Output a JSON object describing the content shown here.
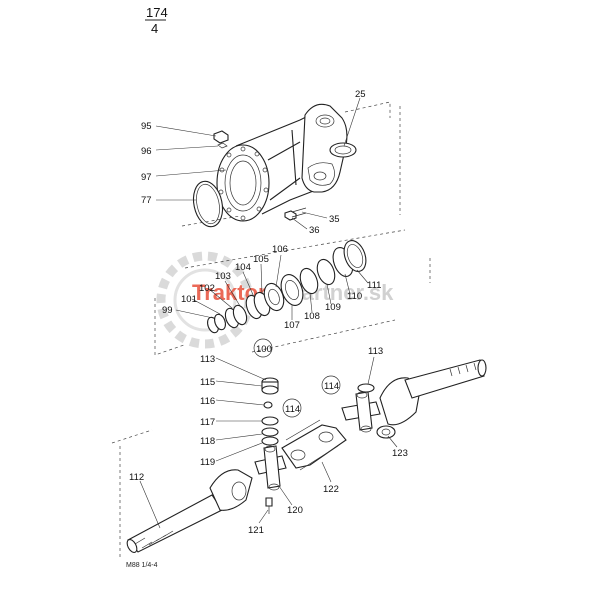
{
  "page": {
    "number_top": "174",
    "number_bottom": "4",
    "code": "M88 1/4-4"
  },
  "watermark": {
    "brand_a": "Traktor",
    "brand_b": "Partner.sk",
    "color_a": "#e8503a",
    "color_b": "#c9c9c9"
  },
  "labels": {
    "p25": "25",
    "p95": "95",
    "p96": "96",
    "p97": "97",
    "p77": "77",
    "p35": "35",
    "p36": "36",
    "p106": "106",
    "p105": "105",
    "p104": "104",
    "p103": "103",
    "p102": "102",
    "p101": "101",
    "p99": "99",
    "p111": "111",
    "p110": "110",
    "p109": "109",
    "p108": "108",
    "p107": "107",
    "p100": "100",
    "p113a": "113",
    "p115": "115",
    "p116": "116",
    "p114a": "114",
    "p117": "117",
    "p118": "118",
    "p119": "119",
    "p113b": "113",
    "p114b": "114",
    "p123": "123",
    "p122": "122",
    "p112": "112",
    "p120": "120",
    "p121": "121"
  }
}
